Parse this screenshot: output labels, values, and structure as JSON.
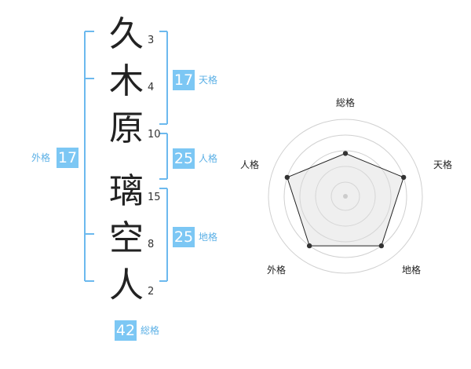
{
  "colors": {
    "accent": "#7cc7f4",
    "accent_text": "#5bb0e6",
    "bracket": "#6cb9ee",
    "radar_fill": "#eeeeee",
    "ring": "#cccccc"
  },
  "name": {
    "chars": [
      {
        "char": "久",
        "strokes": "3"
      },
      {
        "char": "木",
        "strokes": "4"
      },
      {
        "char": "原",
        "strokes": "10"
      },
      {
        "char": "璃",
        "strokes": "15"
      },
      {
        "char": "空",
        "strokes": "8"
      },
      {
        "char": "人",
        "strokes": "2"
      }
    ]
  },
  "fortunes": {
    "gaikaku": {
      "value": "17",
      "label": "外格"
    },
    "tenkaku": {
      "value": "17",
      "label": "天格"
    },
    "jinkaku": {
      "value": "25",
      "label": "人格"
    },
    "chikaku": {
      "value": "25",
      "label": "地格"
    },
    "soukaku": {
      "value": "42",
      "label": "総格"
    }
  },
  "chart_data": {
    "type": "radar",
    "axes": [
      "総格",
      "天格",
      "地格",
      "外格",
      "人格"
    ],
    "values": [
      0.7,
      1.0,
      1.0,
      1.0,
      1.0
    ],
    "max": 1.0,
    "rings": 4
  }
}
